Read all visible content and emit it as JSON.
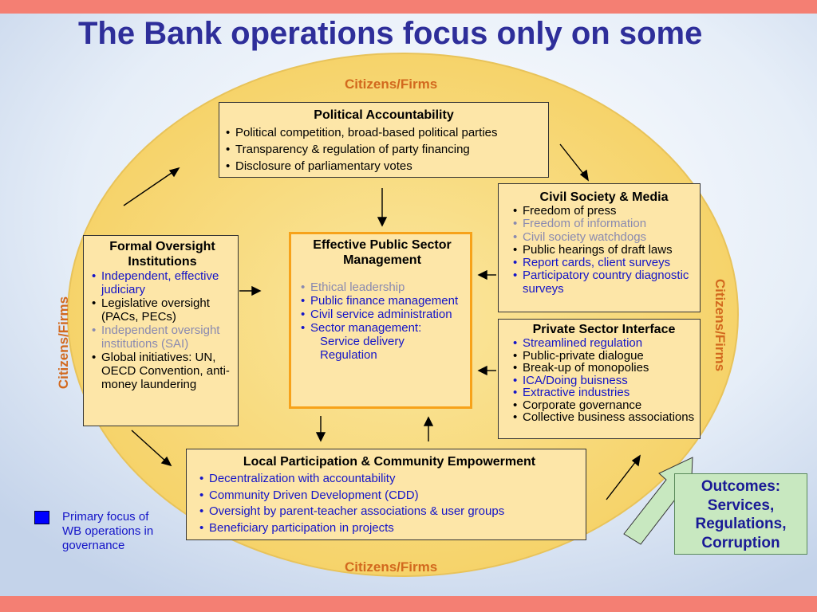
{
  "colors": {
    "title": "#2e2e9a",
    "highlight_border": "#f7a21a",
    "ellipse": "#f7d66b",
    "accent_text": "#d2691e",
    "primary_blue": "#1414c8"
  },
  "title": "The Bank operations focus only on some",
  "citizens_label": "Citizens/Firms",
  "political": {
    "heading": "Political Accountability",
    "items": [
      "Political competition, broad-based political parties",
      "Transparency & regulation of party financing",
      "Disclosure of parliamentary votes"
    ]
  },
  "civil": {
    "heading": "Civil Society & Media",
    "items": [
      "Freedom of press",
      "Freedom of information",
      "Civil society watchdogs",
      "Public hearings of draft laws",
      "Report cards, client surveys",
      "Participatory country diagnostic surveys"
    ]
  },
  "formal": {
    "heading": "Formal Oversight Institutions",
    "items": [
      "Independent, effective judiciary",
      "Legislative oversight (PACs, PECs)",
      "Independent oversight institutions (SAI)",
      "Global initiatives: UN, OECD Convention, anti-money laundering"
    ]
  },
  "effective": {
    "heading": "Effective Public Sector Management",
    "items": [
      "Ethical leadership",
      "Public finance management",
      "Civil service administration",
      "Sector management:"
    ],
    "sub_items": [
      "Service delivery",
      "Regulation"
    ]
  },
  "private": {
    "heading": "Private Sector Interface",
    "items": [
      "Streamlined regulation",
      "Public-private dialogue",
      "Break-up of monopolies",
      "ICA/Doing buisness",
      "Extractive industries",
      "Corporate governance",
      "Collective business associations"
    ]
  },
  "local": {
    "heading": "Local Participation & Community Empowerment",
    "items": [
      "Decentralization with accountability",
      "Community Driven Development (CDD)",
      "Oversight by parent-teacher associations & user groups",
      "Beneficiary participation in projects"
    ]
  },
  "legend": {
    "text": "Primary focus of WB operations in governance"
  },
  "outcomes": {
    "line1": "Outcomes:",
    "line2": "Services,",
    "line3": "Regulations,",
    "line4": "Corruption"
  }
}
